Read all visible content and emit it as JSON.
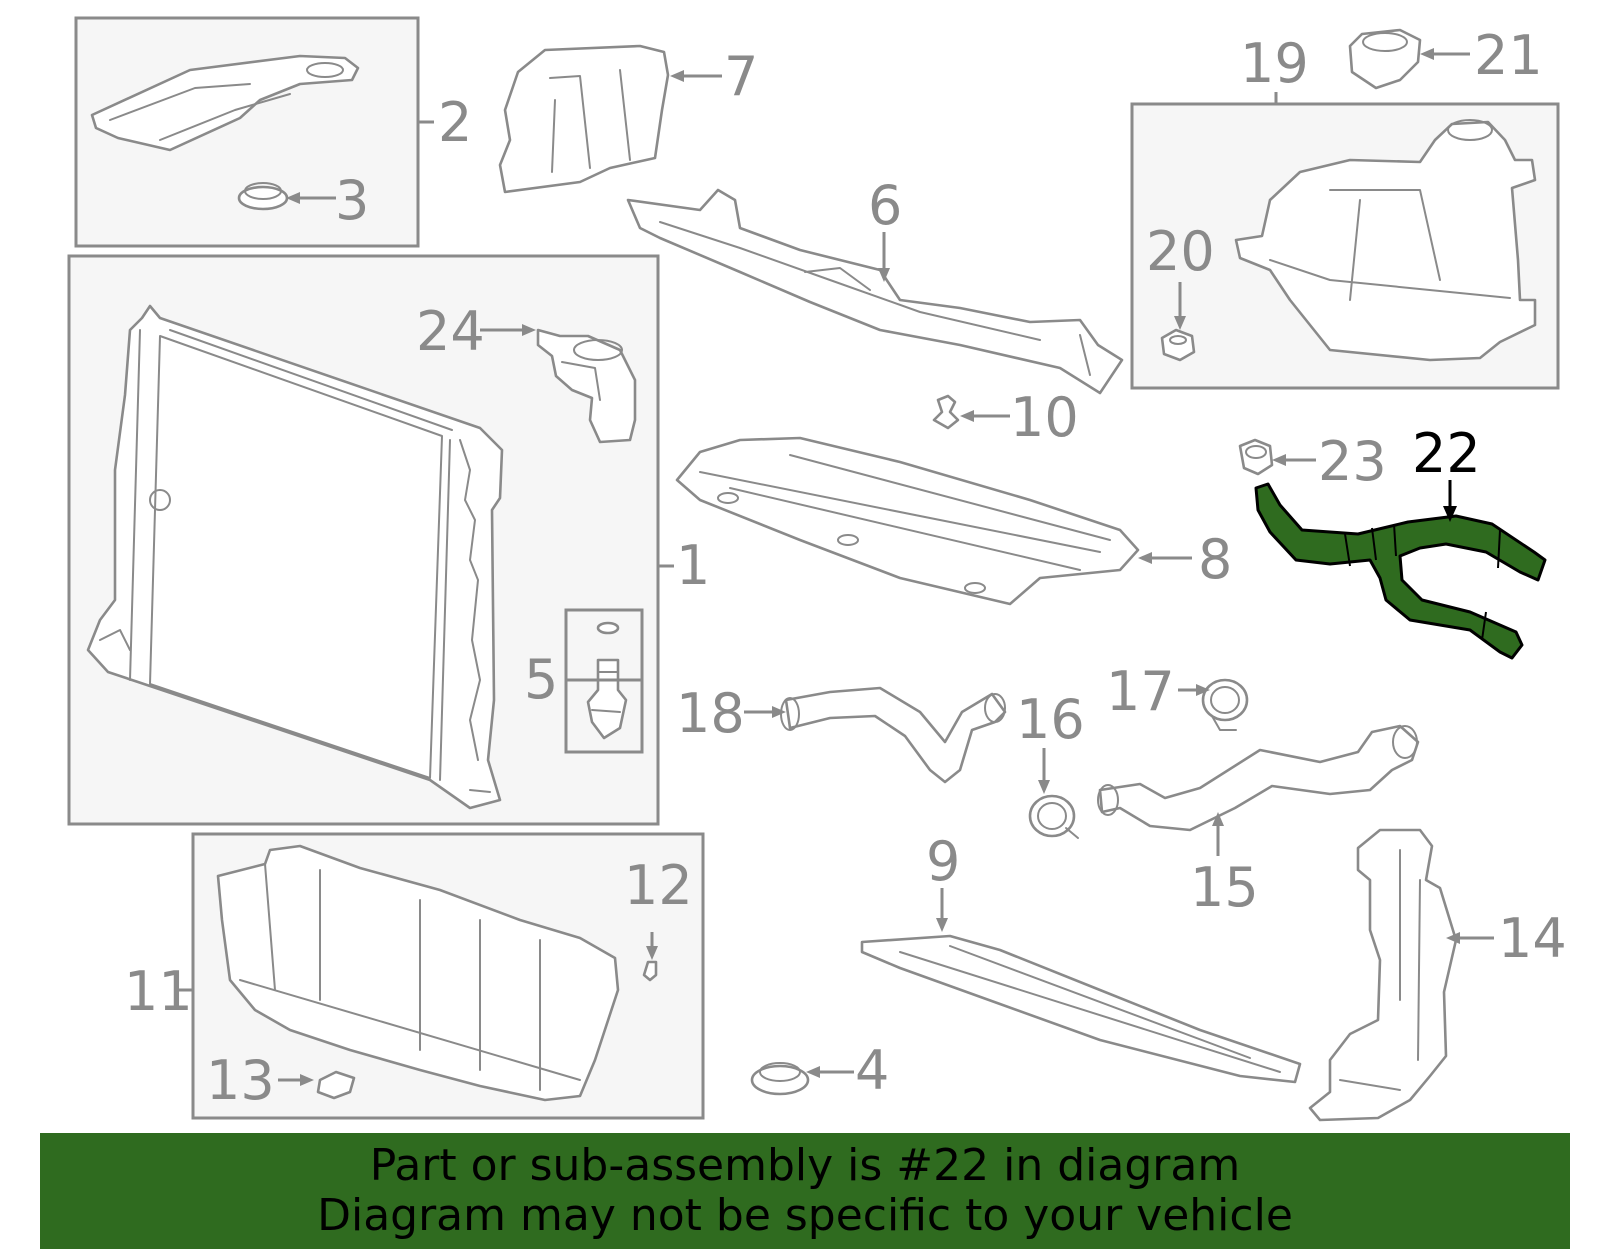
{
  "callouts": {
    "c1": "1",
    "c2": "2",
    "c3": "3",
    "c4": "4",
    "c5": "5",
    "c6": "6",
    "c7": "7",
    "c8": "8",
    "c9": "9",
    "c10": "10",
    "c11": "11",
    "c12": "12",
    "c13": "13",
    "c14": "14",
    "c15": "15",
    "c16": "16",
    "c17": "17",
    "c18": "18",
    "c19": "19",
    "c20": "20",
    "c21": "21",
    "c22": "22",
    "c23": "23",
    "c24": "24"
  },
  "highlighted_part": "22",
  "banner": {
    "line1": "Part or sub-assembly is #22 in diagram",
    "line2": "Diagram may not be specific to your vehicle"
  },
  "colors": {
    "highlight": "#2f6b1f",
    "linework": "#8a8a8a",
    "box_fill": "#f6f6f6"
  }
}
